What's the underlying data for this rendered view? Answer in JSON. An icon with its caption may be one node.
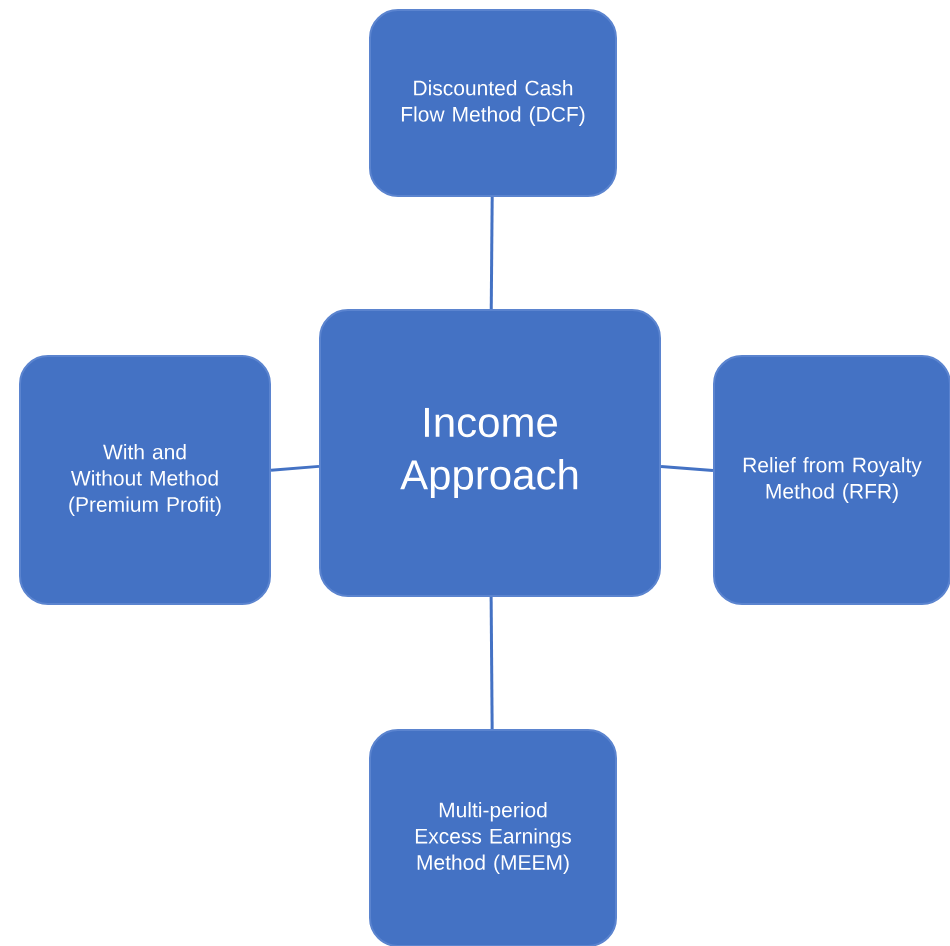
{
  "diagram": {
    "nodes": [
      {
        "text": [
          "Discounted Cash Flow Method (DCF)"
        ]
      },
      {
        "text": [
          "With and Without Method (Premium Profit)"
        ]
      },
      {
        "text": [
          "Income Approach"
        ]
      },
      {
        "text": [
          "Relief from Royalty Method (RFR)"
        ]
      },
      {
        "text": [
          "Multi-period Excess Earnings Method (MEEM)"
        ]
      }
    ],
    "edges": [
      {
        "from": 2,
        "to": 0,
        "arrow": "none"
      },
      {
        "from": 2,
        "to": 1,
        "arrow": "none"
      },
      {
        "from": 2,
        "to": 3,
        "arrow": "none"
      },
      {
        "from": 2,
        "to": 4,
        "arrow": "none"
      }
    ]
  }
}
